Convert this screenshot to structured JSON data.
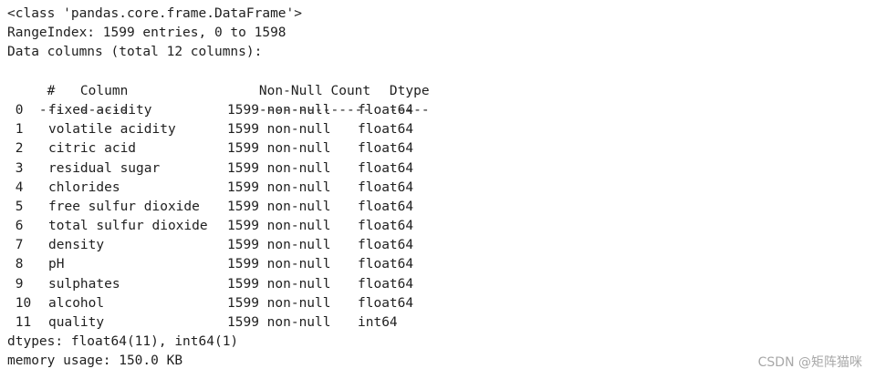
{
  "info": {
    "class_line": "<class 'pandas.core.frame.DataFrame'>",
    "range_index": "RangeIndex: 1599 entries, 0 to 1598",
    "data_columns": "Data columns (total 12 columns):"
  },
  "table": {
    "headers": {
      "idx": " #",
      "column": "Column",
      "count": "Non-Null Count",
      "dtype": "Dtype"
    },
    "separators": {
      "idx": "---",
      "column": "------",
      "count": "--------------",
      "dtype": "-----"
    },
    "rows": [
      {
        "idx": " 0",
        "column": "fixed acidity",
        "count": "1599 non-null",
        "dtype": "float64"
      },
      {
        "idx": " 1",
        "column": "volatile acidity",
        "count": "1599 non-null",
        "dtype": "float64"
      },
      {
        "idx": " 2",
        "column": "citric acid",
        "count": "1599 non-null",
        "dtype": "float64"
      },
      {
        "idx": " 3",
        "column": "residual sugar",
        "count": "1599 non-null",
        "dtype": "float64"
      },
      {
        "idx": " 4",
        "column": "chlorides",
        "count": "1599 non-null",
        "dtype": "float64"
      },
      {
        "idx": " 5",
        "column": "free sulfur dioxide",
        "count": "1599 non-null",
        "dtype": "float64"
      },
      {
        "idx": " 6",
        "column": "total sulfur dioxide",
        "count": "1599 non-null",
        "dtype": "float64"
      },
      {
        "idx": " 7",
        "column": "density",
        "count": "1599 non-null",
        "dtype": "float64"
      },
      {
        "idx": " 8",
        "column": "pH",
        "count": "1599 non-null",
        "dtype": "float64"
      },
      {
        "idx": " 9",
        "column": "sulphates",
        "count": "1599 non-null",
        "dtype": "float64"
      },
      {
        "idx": " 10",
        "column": "alcohol",
        "count": "1599 non-null",
        "dtype": "float64"
      },
      {
        "idx": " 11",
        "column": "quality",
        "count": "1599 non-null",
        "dtype": "int64"
      }
    ]
  },
  "footer": {
    "dtypes": "dtypes: float64(11), int64(1)",
    "memory": "memory usage: 150.0 KB"
  },
  "watermark": "CSDN @矩阵猫咪"
}
